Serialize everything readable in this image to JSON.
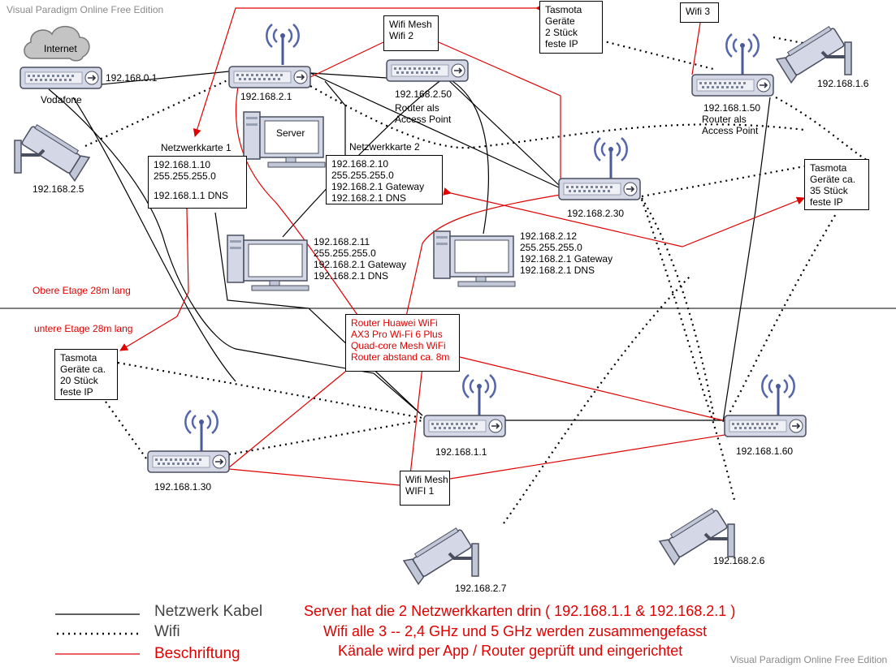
{
  "watermark": "Visual Paradigm Online Free Edition",
  "internet": {
    "label": "Internet"
  },
  "vodafone": {
    "label": "Vodafone",
    "ip": "192.168.0.1"
  },
  "router_2_1": {
    "ip": "192.168.2.1"
  },
  "router_2_50": {
    "ip": "192.168.2.50",
    "role": [
      "Router als",
      "Access Point"
    ]
  },
  "router_1_50": {
    "ip": "192.168.1.50",
    "role": [
      "Router als",
      "Access Point"
    ]
  },
  "router_2_30": {
    "ip": "192.168.2.30"
  },
  "router_1_1": {
    "ip": "192.168.1.1"
  },
  "router_1_30": {
    "ip": "192.168.1.30"
  },
  "router_1_60": {
    "ip": "192.168.1.60"
  },
  "cameras": {
    "cam_2_5": "192.168.2.5",
    "cam_1_6": "192.168.1.6",
    "cam_2_7": "192.168.2.7",
    "cam_2_6": "192.168.2.6"
  },
  "server": {
    "label": "Server"
  },
  "nic1": {
    "title": "Netzwerkkarte 1",
    "lines": [
      "192.168.1.10",
      "255.255.255.0",
      "",
      "192.168.1.1   DNS"
    ]
  },
  "nic2": {
    "title": "Netzwerkkarte 2",
    "lines": [
      "192.168.2.10",
      "255.255.255.0",
      "192.168.2.1    Gateway",
      "192.168.2.1    DNS"
    ]
  },
  "pc1": {
    "lines": [
      "192.168.2.11",
      "255.255.255.0",
      "192.168.2.1     Gateway",
      "192.168.2.1     DNS"
    ]
  },
  "pc2": {
    "lines": [
      "192.168.2.12",
      "255.255.255.0",
      "192.168.2.1     Gateway",
      "192.168.2.1     DNS"
    ]
  },
  "wifi_mesh_2": {
    "lines": [
      "Wifi Mesh",
      "Wifi 2"
    ]
  },
  "wifi_3": {
    "label": "Wifi 3"
  },
  "wifi_mesh_1": {
    "lines": [
      "Wifi Mesh",
      "WIFI 1"
    ]
  },
  "tasmota_top": {
    "lines": [
      "Tasmota",
      "Geräte",
      "2 Stück",
      "feste IP"
    ]
  },
  "tasmota_right": {
    "lines": [
      "Tasmota",
      "Geräte ca.",
      "35 Stück",
      "feste IP"
    ]
  },
  "tasmota_left": {
    "lines": [
      "Tasmota",
      "Geräte ca.",
      "20 Stück",
      "feste IP"
    ]
  },
  "huawei": {
    "lines": [
      "Router Huawei WiFi",
      "AX3 Pro Wi-Fi 6 Plus",
      "Quad-core Mesh WiFi",
      "Router abstand ca. 8m"
    ]
  },
  "floors": {
    "upper": "Obere Etage 28m lang",
    "lower": "untere Etage 28m lang"
  },
  "legend": {
    "cable": "Netzwerk Kabel",
    "wifi": "Wifi",
    "label": "Beschriftung"
  },
  "notes": [
    "Server hat die 2 Netzwerkkarten drin ( 192.168.1.1 & 192.168.2.1 )",
    "Wifi alle 3 -- 2,4 GHz und 5 GHz werden zusammengefasst",
    "Känale wird per App / Router geprüft und eingerichtet"
  ],
  "colors": {
    "cable": "#000000",
    "wifi": "#000000",
    "annotation": "#e00000",
    "device": "#d4d8e6",
    "device_stroke": "#4a4f60",
    "antenna": "#5566aa"
  }
}
